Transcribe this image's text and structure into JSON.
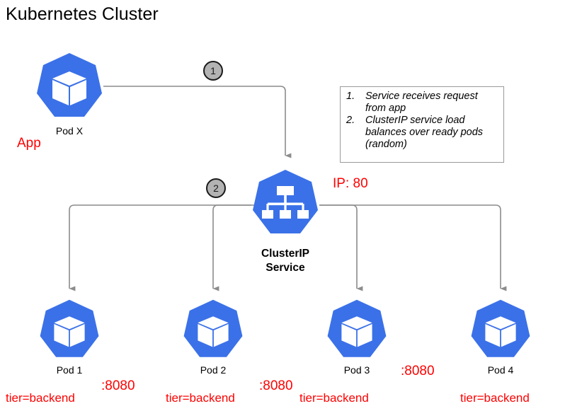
{
  "title": "Kubernetes Cluster",
  "colors": {
    "kubernetes_blue": "#3B71E8",
    "annotation_red": "#FF0000",
    "badge_fill": "#B3B3B3",
    "badge_stroke": "#1A1A1A",
    "connector": "#8C8C8C",
    "text": "#000000"
  },
  "steps": [
    {
      "number": "1"
    },
    {
      "number": "2"
    }
  ],
  "legend": {
    "items": [
      {
        "number": "1.",
        "text": "Service receives request from app"
      },
      {
        "number": "2.",
        "text": "ClusterIP service load balances over ready pods (random)"
      }
    ]
  },
  "client": {
    "pod_label": "Pod X",
    "app_label": "App"
  },
  "service": {
    "label_line1": "ClusterIP",
    "label_line2": "Service",
    "ip_label": "IP: 80",
    "icon": "service-hierarchy-icon"
  },
  "backend_pods": [
    {
      "label": "Pod 1",
      "port": ":8080",
      "tier": "tier=backend"
    },
    {
      "label": "Pod 2",
      "port": ":8080",
      "tier": "tier=backend"
    },
    {
      "label": "Pod 3",
      "port": ":8080",
      "tier": "tier=backend"
    },
    {
      "label": "Pod 4",
      "port": "",
      "tier": "tier=backend"
    }
  ]
}
